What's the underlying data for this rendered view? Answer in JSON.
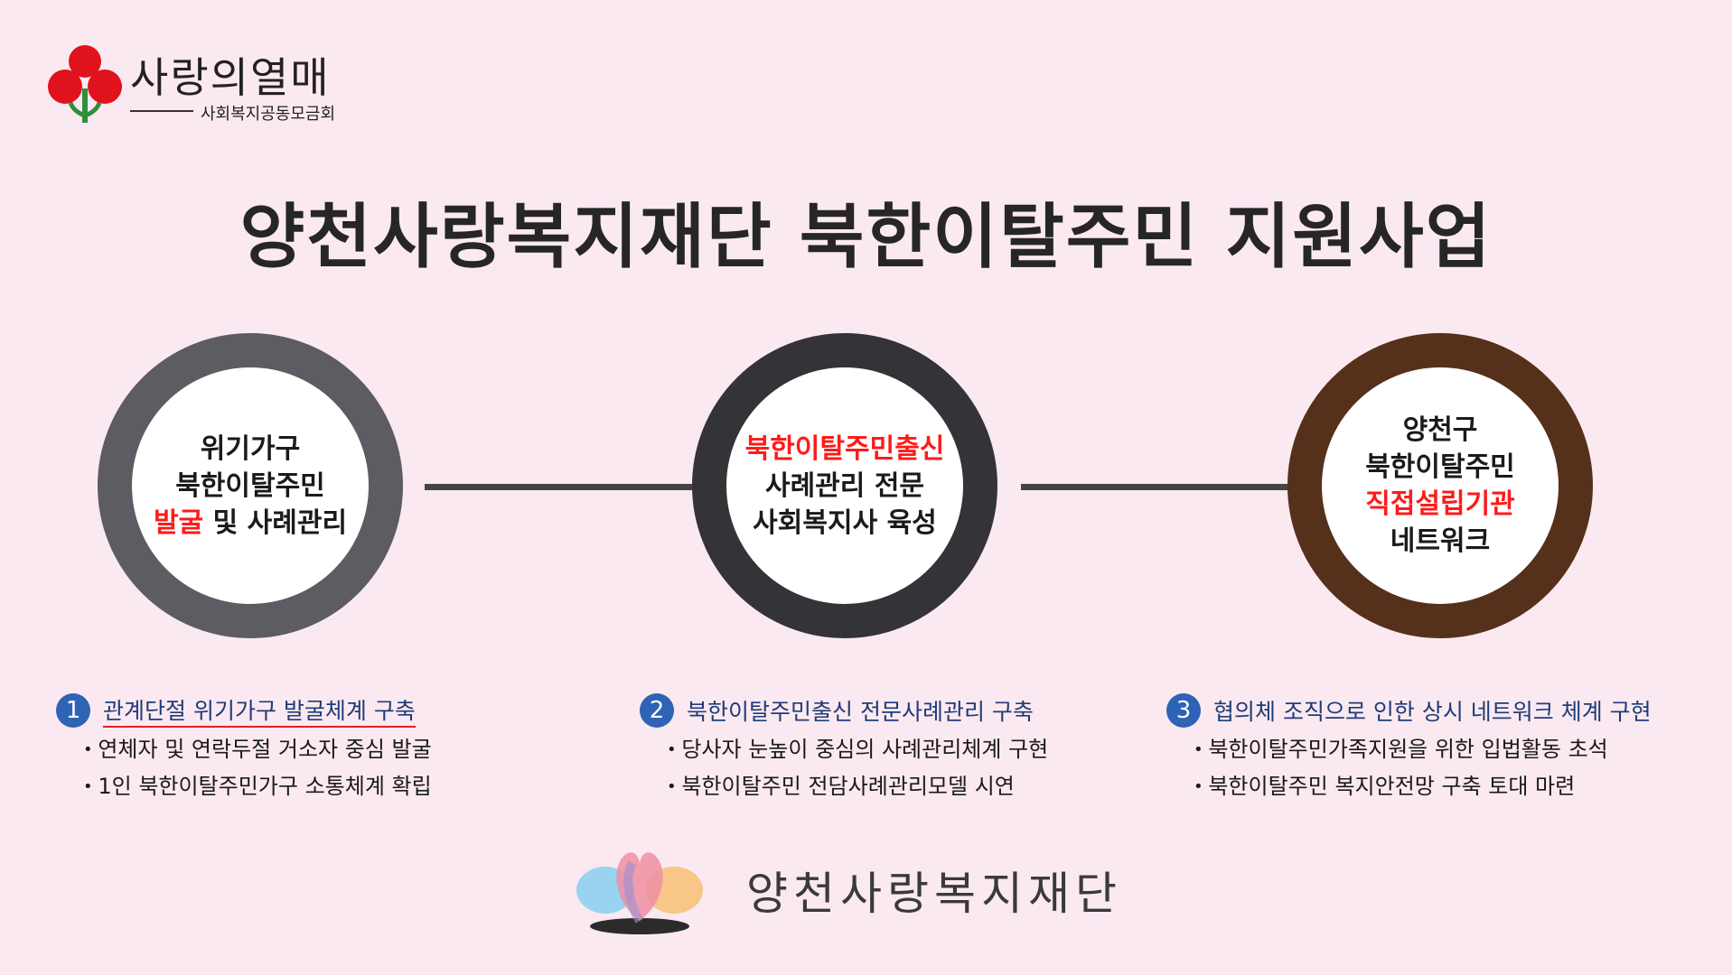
{
  "header": {
    "org_name": "사랑의열매",
    "org_subtitle": "사회복지공동모금회",
    "title": "양천사랑복지재단 북한이탈주민 지원사업"
  },
  "circles": [
    {
      "line1": "위기가구",
      "line2": "북한이탈주민",
      "line3_red": "발굴",
      "line3_rest": " 및 사례관리",
      "ring_color": "#5e5c63"
    },
    {
      "line1_red": "북한이탈주민출신",
      "line2": "사례관리 전문",
      "line3": "사회복지사 육성",
      "ring_color": "#333338"
    },
    {
      "line1": "양천구",
      "line2": "북한이탈주민",
      "line3_red": "직접설립기관",
      "line4": "네트워크",
      "ring_color": "#55301a"
    }
  ],
  "sections": [
    {
      "number": "1",
      "heading": "관계단절 위기가구 발굴체계 구축",
      "bullets": [
        "연체자 및 연락두절 거소자 중심 발굴",
        "1인 북한이탈주민가구 소통체계  확립"
      ]
    },
    {
      "number": "2",
      "heading": "북한이탈주민출신 전문사례관리 구축",
      "bullets": [
        "당사자 눈높이 중심의 사례관리체계 구현",
        "북한이탈주민 전담사례관리모델 시연"
      ]
    },
    {
      "number": "3",
      "heading": "협의체 조직으로 인한 상시 네트워크 체계 구현",
      "bullets": [
        "북한이탈주민가족지원을 위한 입법활동 초석",
        "북한이탈주민 복지안전망 구축 토대 마련"
      ]
    }
  ],
  "footer": {
    "foundation_name": "양천사랑복지재단"
  },
  "icons": [
    "love-fruit-logo-icon",
    "foundation-heart-logo-icon"
  ],
  "colors": {
    "background": "#fbe9f1",
    "accent_red": "#ff1a1a",
    "badge_blue": "#2e63b5",
    "heading_blue": "#1f3c78"
  }
}
